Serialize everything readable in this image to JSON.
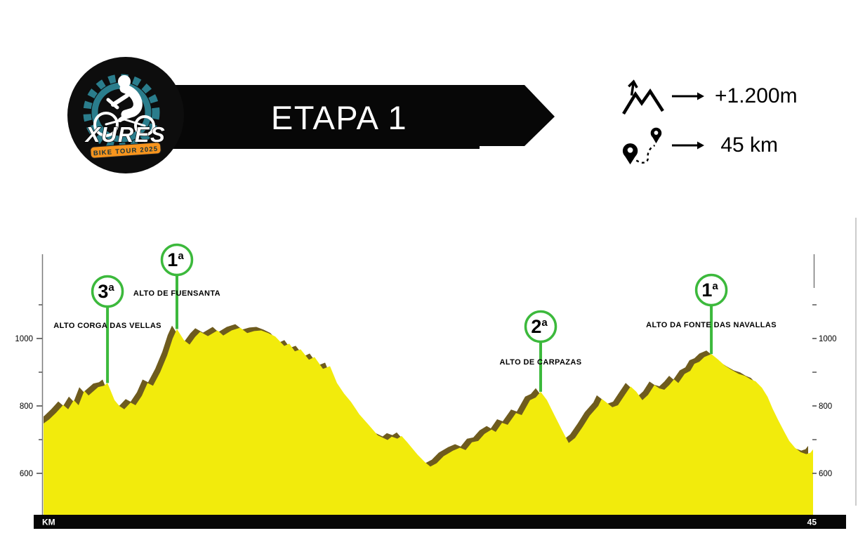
{
  "logo": {
    "name": "XURES",
    "edition": "BIKE TOUR 2025"
  },
  "header": {
    "title": "ETAPA 1"
  },
  "stats": {
    "elevation_gain": {
      "icon": "elevation-gain-icon",
      "value": "+1.200m"
    },
    "distance": {
      "icon": "distance-icon",
      "value": " 45 km"
    }
  },
  "colors": {
    "profile_fill": "#f2eb0c",
    "profile_shadow": "#6e5b1e",
    "marker_green": "#3cb93c",
    "banner_black": "#070707",
    "bar_black": "#060606",
    "logo_teal": "#2a7d8c",
    "logo_orange": "#f7941d",
    "axis_gray": "#7a7a7a",
    "edge_gray": "#cccccc"
  },
  "chart_data": {
    "type": "area",
    "xaxis": {
      "label": "KM",
      "min": 0,
      "max": 45,
      "end_label": "45"
    },
    "yaxis": {
      "unit": "m",
      "ticks_labeled": [
        1000,
        800,
        600
      ],
      "ticks_minor": [
        1100,
        900,
        700
      ]
    },
    "profile": [
      [
        0,
        748
      ],
      [
        0.33,
        760
      ],
      [
        0.74,
        780
      ],
      [
        1.15,
        803
      ],
      [
        1.44,
        790
      ],
      [
        1.77,
        817
      ],
      [
        2.05,
        802
      ],
      [
        2.38,
        845
      ],
      [
        2.63,
        831
      ],
      [
        3.2,
        856
      ],
      [
        3.53,
        860
      ],
      [
        3.74,
        868
      ],
      [
        4.15,
        817
      ],
      [
        4.43,
        800
      ],
      [
        4.72,
        790
      ],
      [
        5.09,
        810
      ],
      [
        5.38,
        802
      ],
      [
        5.75,
        830
      ],
      [
        6.08,
        868
      ],
      [
        6.4,
        860
      ],
      [
        6.82,
        900
      ],
      [
        7.23,
        950
      ],
      [
        7.55,
        1000
      ],
      [
        7.8,
        1028
      ],
      [
        7.96,
        1015
      ],
      [
        8.21,
        995
      ],
      [
        8.54,
        982
      ],
      [
        8.87,
        1005
      ],
      [
        9.16,
        1020
      ],
      [
        9.61,
        1007
      ],
      [
        10.18,
        1024
      ],
      [
        10.51,
        1009
      ],
      [
        11,
        1024
      ],
      [
        11.5,
        1032
      ],
      [
        11.91,
        1016
      ],
      [
        12.32,
        1022
      ],
      [
        12.73,
        1024
      ],
      [
        13.14,
        1016
      ],
      [
        13.55,
        1006
      ],
      [
        14.08,
        978
      ],
      [
        14.37,
        985
      ],
      [
        14.7,
        962
      ],
      [
        15.03,
        968
      ],
      [
        15.52,
        937
      ],
      [
        15.85,
        945
      ],
      [
        16.34,
        910
      ],
      [
        16.75,
        918
      ],
      [
        17.16,
        868
      ],
      [
        17.57,
        837
      ],
      [
        17.98,
        812
      ],
      [
        18.47,
        775
      ],
      [
        19.01,
        744
      ],
      [
        19.54,
        713
      ],
      [
        20.12,
        699
      ],
      [
        20.36,
        709
      ],
      [
        20.69,
        703
      ],
      [
        20.94,
        711
      ],
      [
        21.27,
        692
      ],
      [
        21.88,
        655
      ],
      [
        22.29,
        634
      ],
      [
        22.62,
        620
      ],
      [
        22.99,
        630
      ],
      [
        23.4,
        651
      ],
      [
        23.94,
        667
      ],
      [
        24.35,
        676
      ],
      [
        24.68,
        669
      ],
      [
        25.05,
        692
      ],
      [
        25.42,
        696
      ],
      [
        25.79,
        717
      ],
      [
        26.2,
        730
      ],
      [
        26.44,
        723
      ],
      [
        26.81,
        750
      ],
      [
        27.14,
        744
      ],
      [
        27.63,
        779
      ],
      [
        27.96,
        773
      ],
      [
        28.45,
        817
      ],
      [
        28.78,
        825
      ],
      [
        29.07,
        842
      ],
      [
        29.44,
        817
      ],
      [
        29.89,
        771
      ],
      [
        30.3,
        730
      ],
      [
        30.71,
        690
      ],
      [
        31.08,
        705
      ],
      [
        31.53,
        738
      ],
      [
        31.94,
        771
      ],
      [
        32.44,
        800
      ],
      [
        32.64,
        821
      ],
      [
        32.93,
        810
      ],
      [
        33.26,
        796
      ],
      [
        33.59,
        802
      ],
      [
        33.92,
        827
      ],
      [
        34.33,
        858
      ],
      [
        34.66,
        842
      ],
      [
        35.02,
        817
      ],
      [
        35.35,
        833
      ],
      [
        35.72,
        862
      ],
      [
        36.01,
        852
      ],
      [
        36.3,
        848
      ],
      [
        36.59,
        862
      ],
      [
        36.87,
        879
      ],
      [
        37.12,
        868
      ],
      [
        37.49,
        895
      ],
      [
        37.82,
        904
      ],
      [
        38.06,
        925
      ],
      [
        38.35,
        931
      ],
      [
        38.64,
        945
      ],
      [
        39.05,
        954
      ],
      [
        39.46,
        937
      ],
      [
        39.83,
        920
      ],
      [
        40.2,
        908
      ],
      [
        40.65,
        895
      ],
      [
        41.02,
        889
      ],
      [
        41.35,
        879
      ],
      [
        41.64,
        873
      ],
      [
        42.01,
        854
      ],
      [
        42.34,
        827
      ],
      [
        42.63,
        792
      ],
      [
        42.95,
        759
      ],
      [
        43.32,
        723
      ],
      [
        43.61,
        696
      ],
      [
        43.94,
        676
      ],
      [
        44.27,
        663
      ],
      [
        44.6,
        657
      ],
      [
        44.84,
        661
      ],
      [
        45,
        671
      ]
    ],
    "markers": [
      {
        "category": "3ª",
        "name": "ALTO CORGA DAS VELLAS",
        "km": 3.74,
        "elev": 868
      },
      {
        "category": "1ª",
        "name": "ALTO DE FUENSANTA",
        "km": 7.8,
        "elev": 1028
      },
      {
        "category": "2ª",
        "name": "ALTO DE CARPAZAS",
        "km": 29.07,
        "elev": 842
      },
      {
        "category": "1ª",
        "name": "ALTO DA FONTE DAS NAVALLAS",
        "km": 39.05,
        "elev": 954
      }
    ]
  }
}
